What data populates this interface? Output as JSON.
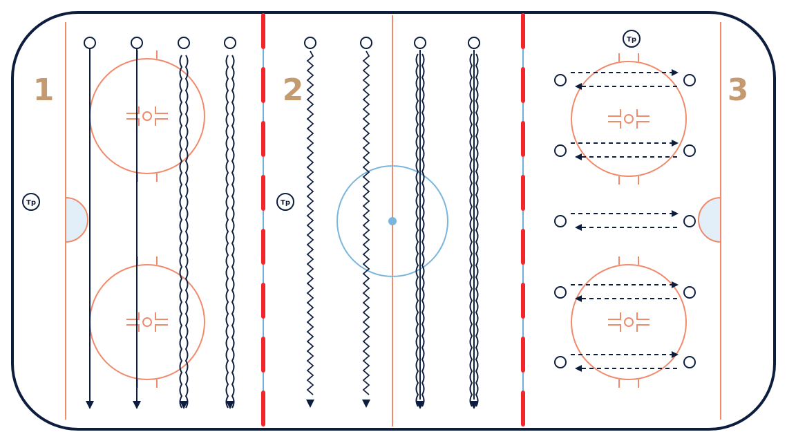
{
  "colors": {
    "boards": "#0d1d3d",
    "goal_line": "#f08a6c",
    "faceoff": "#f08a6c",
    "blue_line": "#6fb0d9",
    "center_red": "#f2262a",
    "center_thin": "#f08a6c",
    "center_circle": "#7ab5dc",
    "crease_fill": "#e3eff8",
    "zone_number": "#c49a70",
    "player": "#0d1d3d"
  },
  "zones": [
    {
      "label": "1"
    },
    {
      "label": "2"
    },
    {
      "label": "3"
    }
  ],
  "coaches": [
    {
      "label": "Tp"
    },
    {
      "label": "Tp"
    },
    {
      "label": "Tp"
    }
  ],
  "drills": {
    "zone1": [
      "skate-straight",
      "skate-straight",
      "crossover-weave",
      "crossover-weave"
    ],
    "zone2": [
      "zigzag",
      "zigzag",
      "weave-double",
      "weave-double"
    ],
    "zone3": [
      "pass-across",
      "pass-across",
      "pass-across",
      "pass-across",
      "pass-across"
    ]
  }
}
